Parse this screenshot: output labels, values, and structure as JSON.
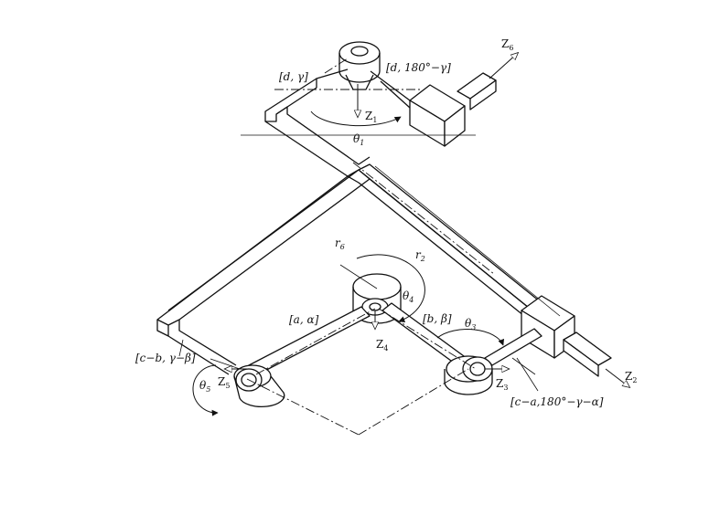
{
  "labels": {
    "d_gamma": "[d, γ]",
    "d_180_gamma": "[d, 180°−γ]",
    "z1": "Z",
    "z1_sub": "1",
    "theta1": "θ",
    "theta1_sub": "1",
    "z6": "Z",
    "z6_sub": "6",
    "r6": "r",
    "r6_sub": "6",
    "r2": "r",
    "r2_sub": "2",
    "theta4": "θ",
    "theta4_sub": "4",
    "a_alpha": "[a, α]",
    "b_beta": "[b, β]",
    "theta3": "θ",
    "theta3_sub": "3",
    "z4": "Z",
    "z4_sub": "4",
    "z3": "Z",
    "z3_sub": "3",
    "z5": "Z",
    "z5_sub": "5",
    "theta5": "θ",
    "theta5_sub": "5",
    "cb_gb": "[c−b, γ−β]",
    "ca_180": "[c−a,180°−γ−α]",
    "z2": "Z",
    "z2_sub": "2"
  }
}
